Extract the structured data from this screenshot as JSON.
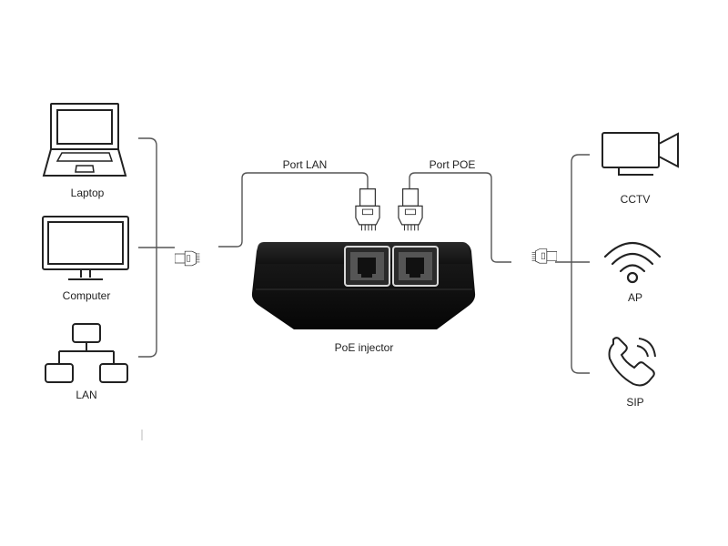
{
  "labels": {
    "laptop": "Laptop",
    "computer": "Computer",
    "lan": "LAN",
    "port_lan": "Port LAN",
    "port_poe": "Port POE",
    "injector": "PoE injector",
    "cctv": "CCTV",
    "ap": "AP",
    "sip": "SIP"
  }
}
